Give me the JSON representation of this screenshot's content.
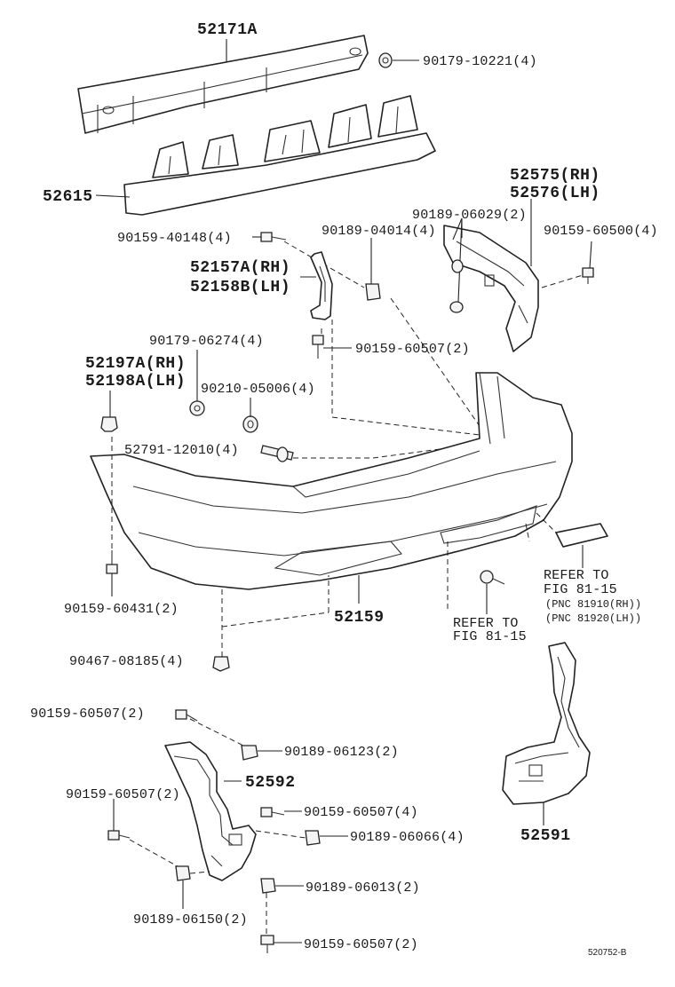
{
  "labels": {
    "p52171A": "52171A",
    "p90179_10221": "90179-10221(4)",
    "p52615": "52615",
    "p52575": "52575(RH)",
    "p52576": "52576(LH)",
    "p90189_06029": "90189-06029(2)",
    "p90159_40148": "90159-40148(4)",
    "p90189_04014": "90189-04014(4)",
    "p90159_60500": "90159-60500(4)",
    "p52157A": "52157A(RH)",
    "p52158B": "52158B(LH)",
    "p90179_06274": "90179-06274(4)",
    "p90159_60507_a": "90159-60507(2)",
    "p52197A": "52197A(RH)",
    "p52198A": "52198A(LH)",
    "p90210_05006": "90210-05006(4)",
    "p52791_12010": "52791-12010(4)",
    "refer1_a": "REFER TO",
    "refer1_b": "FIG 81-15",
    "pnc1": "(PNC 81910(RH))",
    "pnc2": "(PNC 81920(LH))",
    "p90159_60431": "90159-60431(2)",
    "p52159": "52159",
    "refer2_a": "REFER TO",
    "refer2_b": "FIG 81-15",
    "p90467_08185": "90467-08185(4)",
    "p90159_60507_b": "90159-60507(2)",
    "p90189_06123": "90189-06123(2)",
    "p52592": "52592",
    "p90159_60507_c": "90159-60507(2)",
    "p90159_60507_d": "90159-60507(4)",
    "p90189_06066": "90189-06066(4)",
    "p90189_06013": "90189-06013(2)",
    "p90189_06150": "90189-06150(2)",
    "p90159_60507_e": "90159-60507(2)",
    "p52591": "52591",
    "fig_code": "520752-B"
  }
}
